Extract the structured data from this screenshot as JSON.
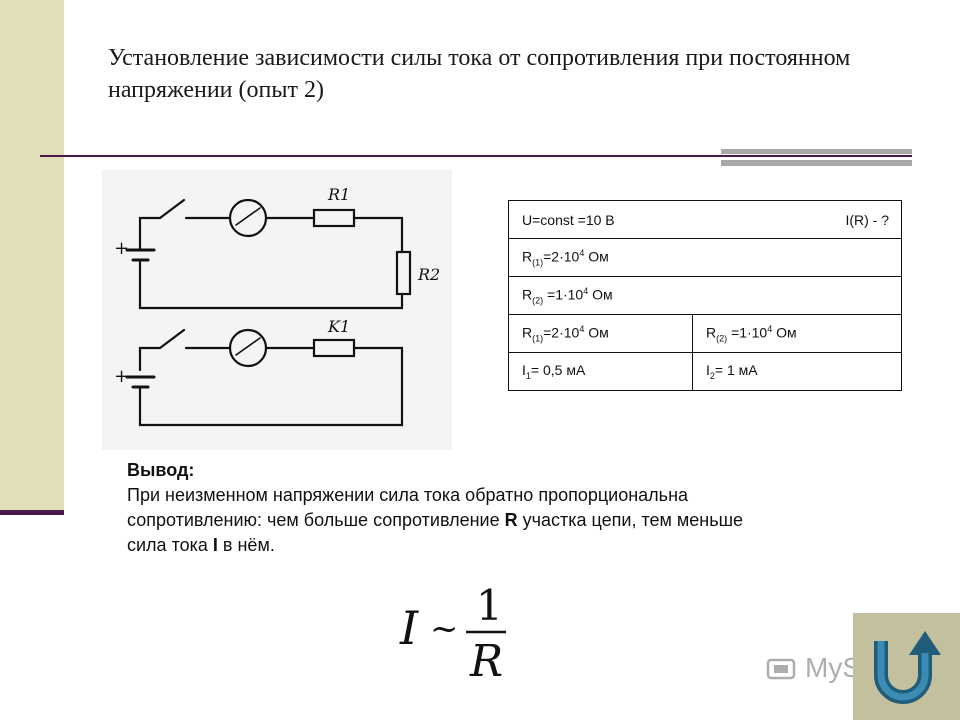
{
  "slide": {
    "title": "Установление зависимости силы тока от сопротивления при постоянном напряжении (опыт 2)"
  },
  "circuit": {
    "r1_label": "R1",
    "r2_label": "R2",
    "k1_label": "K1",
    "plus": "+",
    "minus": "-"
  },
  "table": {
    "row1_left": "U=const =10 В",
    "row1_right": "I(R) - ?",
    "r1_label": "R",
    "r1_sub": "(1)",
    "r1_value": "=2·10",
    "r1_exp": "4",
    "r1_unit": " Ом",
    "r2_label": "R",
    "r2_sub": "(2)",
    "r2_value": " =1·10",
    "r2_exp": "4",
    "r2_unit": " Ом",
    "i1_label": "I",
    "i1_sub": "1",
    "i1_value": "= 0,5 мА",
    "i2_label": "I",
    "i2_sub": "2",
    "i2_value": "= 1 мА"
  },
  "conclusion": {
    "heading": "Вывод:",
    "text_part1": "При неизменном напряжении сила тока обратно пропорциональна сопротивлению: чем больше сопротивление ",
    "bold_r": "R",
    "text_part2": " участка цепи, тем меньше сила тока ",
    "bold_i": "I",
    "text_part3": "  в нём."
  },
  "formula": {
    "lhs": "I",
    "rel": "~",
    "numerator": "1",
    "denominator": "R"
  },
  "watermark": {
    "text": "MyShared"
  },
  "colors": {
    "accent_bar": "#e2dfb8",
    "rule": "#4b1848",
    "nav": "#c3c09d"
  },
  "icons": {
    "return": "u-turn-return-icon"
  }
}
